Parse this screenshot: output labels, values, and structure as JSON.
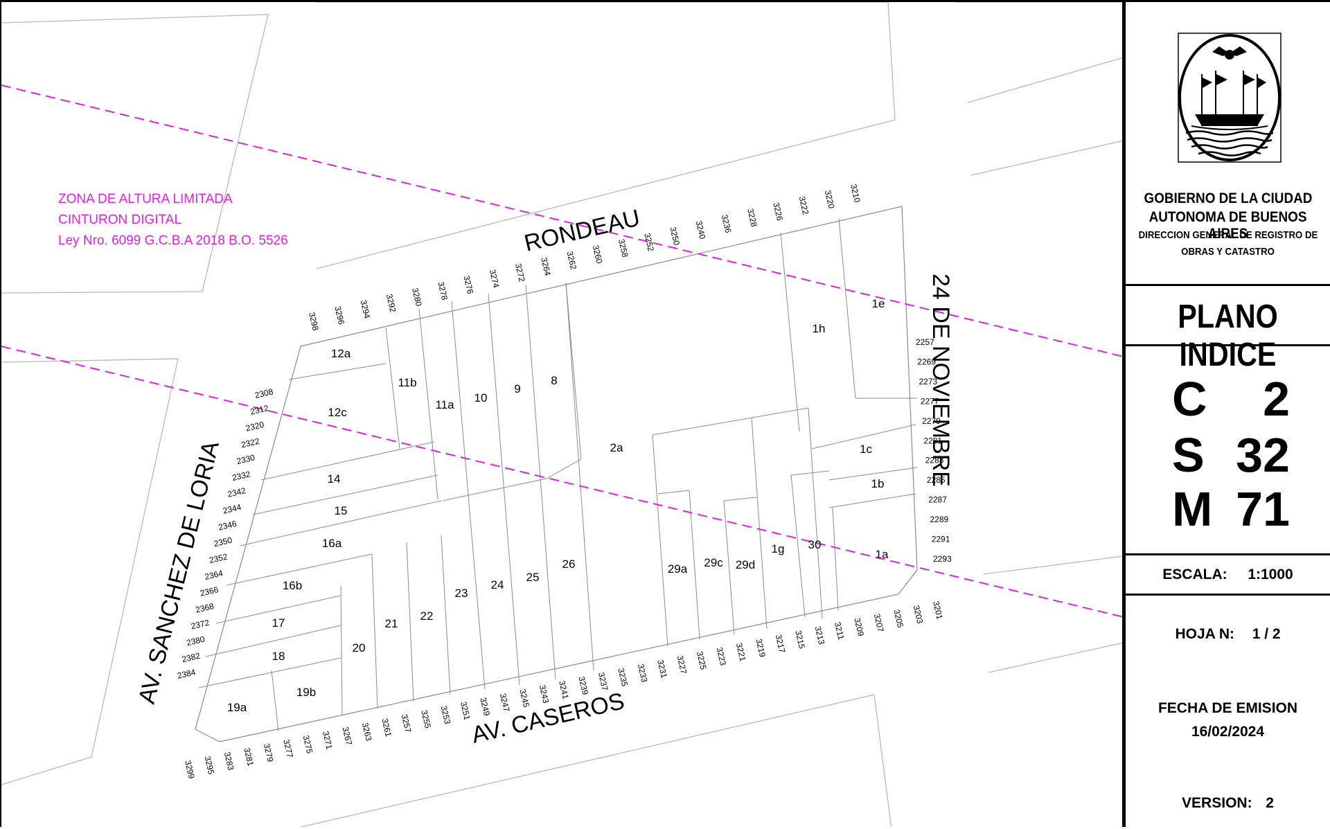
{
  "zone_note": {
    "lines": [
      "ZONA DE ALTURA LIMITADA",
      "CINTURON DIGITAL",
      "Ley Nro. 6099 G.C.B.A 2018 B.O. 5526"
    ],
    "color": "#e020e0"
  },
  "streets": {
    "north": "RONDEAU",
    "east": "24 DE NOVIEMBRE",
    "south": "AV. CASEROS",
    "west": "AV. SANCHEZ DE LORIA"
  },
  "parcels": {
    "p12a": "12a",
    "p12c": "12c",
    "p11b": "11b",
    "p11a": "11a",
    "p10": "10",
    "p9": "9",
    "p8": "8",
    "p14": "14",
    "p15": "15",
    "p16a": "16a",
    "p16b": "16b",
    "p17": "17",
    "p18": "18",
    "p19a": "19a",
    "p19b": "19b",
    "p20": "20",
    "p21": "21",
    "p22": "22",
    "p23": "23",
    "p24": "24",
    "p25": "25",
    "p26": "26",
    "p2a": "2a",
    "p29a": "29a",
    "p29c": "29c",
    "p29d": "29d",
    "p1g": "1g",
    "p30": "30",
    "p1a": "1a",
    "p1b": "1b",
    "p1c": "1c",
    "p1h": "1h",
    "p1e": "1e"
  },
  "door_numbers": {
    "north": [
      "3298",
      "3296",
      "3294",
      "3292",
      "3280",
      "3278",
      "3276",
      "3274",
      "3272",
      "3264",
      "3262",
      "3260",
      "3258",
      "3252",
      "3250",
      "3240",
      "3236",
      "3228",
      "3226",
      "3222",
      "3220",
      "3210"
    ],
    "west": [
      "2308",
      "2312",
      "2320",
      "2322",
      "2330",
      "2332",
      "2342",
      "2344",
      "2346",
      "2350",
      "2352",
      "2364",
      "2366",
      "2368",
      "2372",
      "2380",
      "2382",
      "2384"
    ],
    "east": [
      "2257",
      "2269",
      "2273",
      "2277",
      "2279",
      "2281",
      "2283",
      "2285",
      "2287",
      "2289",
      "2291",
      "2293"
    ],
    "south": [
      "3299",
      "3295",
      "3283",
      "3281",
      "3279",
      "3277",
      "3275",
      "3271",
      "3267",
      "3263",
      "3261",
      "3257",
      "3255",
      "3253",
      "3251",
      "3249",
      "3247",
      "3245",
      "3243",
      "3241",
      "3239",
      "3237",
      "3235",
      "3233",
      "3231",
      "3227",
      "3225",
      "3223",
      "3221",
      "3219",
      "3217",
      "3215",
      "3213",
      "3211",
      "3209",
      "3207",
      "3205",
      "3203",
      "3201"
    ]
  },
  "title_block": {
    "emblem": "city-coat-of-arms",
    "org_line1": "GOBIERNO DE LA CIUDAD",
    "org_line2": "AUTONOMA DE BUENOS AIRES",
    "org_line3": "DIRECCION GENERAL DE REGISTRO DE",
    "org_line4": "OBRAS Y CATASTRO",
    "plan_title": "PLANO INDICE",
    "codes": [
      {
        "label": "C",
        "value": "2"
      },
      {
        "label": "S",
        "value": "32"
      },
      {
        "label": "M",
        "value": "71"
      }
    ],
    "scale_label": "ESCALA:",
    "scale_value": "1:1000",
    "sheet_label": "HOJA N:",
    "sheet_value": "1 / 2",
    "date_label": "FECHA DE EMISION",
    "date_value": "16/02/2024",
    "version_label": "VERSION:",
    "version_value": "2"
  }
}
